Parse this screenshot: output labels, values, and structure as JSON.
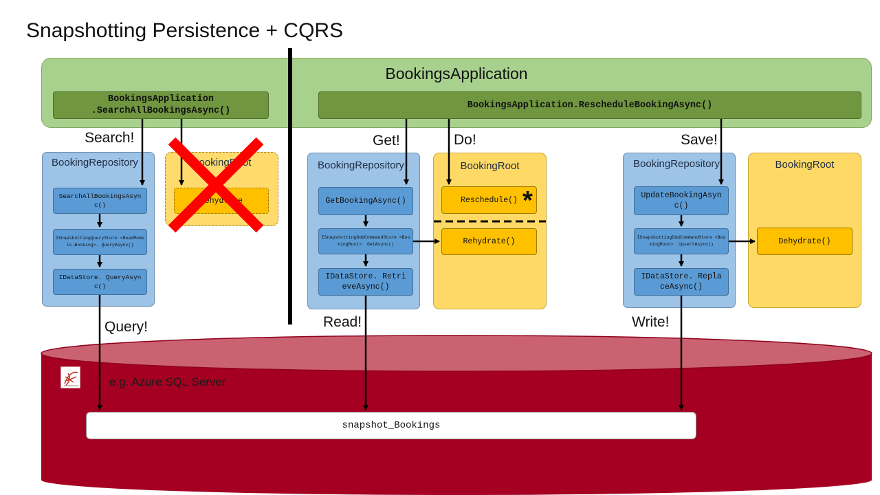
{
  "title": "Snapshotting Persistence + CQRS",
  "application": {
    "title": "BookingsApplication",
    "search_method": "BookingsApplication\n.SearchAllBookingsAsync()",
    "reschedule_method": "BookingsApplication.RescheduleBookingAsync()"
  },
  "query_side": {
    "label": "Search!",
    "repository_title": "BookingRepository",
    "steps": [
      "SearchAllBookingsAsync()",
      "ISnapshottingQueryStore <ReadModels.Booking>. QueryAsync()",
      "IDataStore. QueryAsync()"
    ],
    "crossed_root_title": "BookingRoot",
    "crossed_root_step": "Rehydrate",
    "db_label": "Query!"
  },
  "get_side": {
    "label": "Get!",
    "repository_title": "BookingRepository",
    "steps": [
      "GetBookingAsync()",
      "ISnapshottingDddCommandStore <BookingRoot>. GetAsync()",
      "IDataStore. RetrieveAsync()"
    ],
    "db_label": "Read!"
  },
  "do_side": {
    "label": "Do!",
    "root_title": "BookingRoot",
    "command": "Reschedule()",
    "command_mark": "*",
    "rehydrate": "Rehydrate()"
  },
  "save_side": {
    "label": "Save!",
    "repository_title": "BookingRepository",
    "steps": [
      "UpdateBookingAsync()",
      "ISnapshottingDddCommandStore <BookingRoot>. UpsertAsync()",
      "IDataStore. ReplaceAsync()"
    ],
    "root_title": "BookingRoot",
    "dehydrate": "Dehydrate()",
    "db_label": "Write!"
  },
  "database": {
    "caption": "e.g. Azure SQL Server",
    "table": "snapshot_Bookings",
    "icon": "sql-server-icon",
    "colors": {
      "body": "#a50021",
      "top": "#cb6272",
      "rim": "#8e001c"
    }
  },
  "colors": {
    "app": "#a9d18e",
    "method": "#70963f",
    "repository": "#9dc3e6",
    "step": "#5b9bd5",
    "root": "#ffd966",
    "operation": "#ffc000",
    "cross": "#ff0000"
  }
}
